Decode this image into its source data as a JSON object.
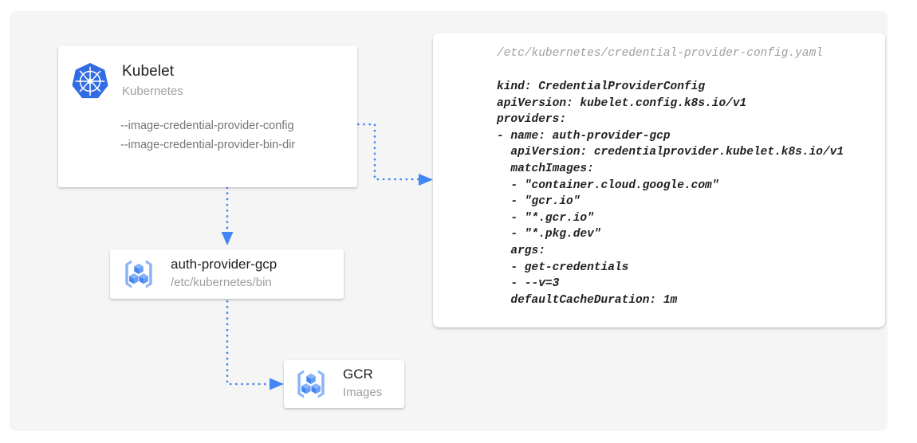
{
  "canvas": {
    "background": "#f5f5f5",
    "page_background": "#ffffff"
  },
  "colors": {
    "accent": "#4285f4",
    "k8s_blue": "#326ce5",
    "title_text": "#212121",
    "subtitle_text": "#9e9e9e",
    "flag_text": "#757575",
    "card_background": "#ffffff",
    "icon_light_blue": "#8ab4f8"
  },
  "kubelet_card": {
    "icon": "kubernetes-helm-icon",
    "title": "Kubelet",
    "subtitle": "Kubernetes",
    "flags": [
      "--image-credential-provider-config",
      "--image-credential-provider-bin-dir"
    ]
  },
  "provider_card": {
    "icon": "gcp-container-registry-icon",
    "title": "auth-provider-gcp",
    "subtitle": "/etc/kubernetes/bin"
  },
  "gcr_card": {
    "icon": "gcp-container-registry-icon",
    "title": "GCR",
    "subtitle": "Images"
  },
  "yaml_panel": {
    "file_path": "/etc/kubernetes/credential-provider-config.yaml",
    "content": "kind: CredentialProviderConfig\napiVersion: kubelet.config.k8s.io/v1\nproviders:\n- name: auth-provider-gcp\n  apiVersion: credentialprovider.kubelet.k8s.io/v1\n  matchImages:\n  - \"container.cloud.google.com\"\n  - \"gcr.io\"\n  - \"*.gcr.io\"\n  - \"*.pkg.dev\"\n  args:\n  - get-credentials\n  - --v=3\n  defaultCacheDuration: 1m"
  },
  "connectors": [
    {
      "name": "kubelet-config-flag-to-yaml-panel",
      "style": "dotted",
      "arrow": "right"
    },
    {
      "name": "kubelet-to-auth-provider",
      "style": "dotted",
      "arrow": "down"
    },
    {
      "name": "auth-provider-to-gcr",
      "style": "dotted",
      "arrow": "right"
    }
  ]
}
